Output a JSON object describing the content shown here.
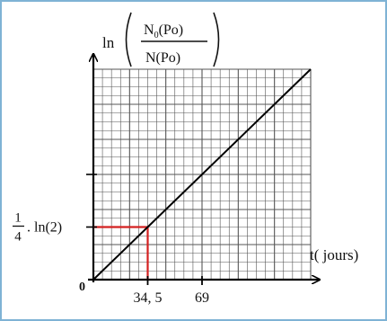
{
  "chart_data": {
    "type": "line",
    "title": "",
    "ylabel": {
      "prefix": "ln",
      "numerator": "N",
      "numerator_sub": "0",
      "numerator_suffix": "(Po)",
      "denominator": "N(Po)"
    },
    "xlabel": "t( jours)",
    "origin_label": "0",
    "xticks": [
      {
        "value": 34.5,
        "label": "34, 5"
      },
      {
        "value": 69,
        "label": "69"
      }
    ],
    "yticks": [
      {
        "value": 0.25,
        "label_num": "1",
        "label_den": "4",
        "label_rest": ". ln(2)"
      },
      {
        "value": 0.5,
        "label": ""
      }
    ],
    "series": [
      {
        "points": [
          [
            0,
            0
          ],
          [
            34.5,
            0.25
          ],
          [
            138,
            1.0
          ]
        ]
      }
    ],
    "xlim": [
      0,
      138
    ],
    "ylim": [
      0,
      1.0
    ],
    "grid": true,
    "line_color": "#000000",
    "guide_color": "#d42020",
    "grid_color": "#555555"
  }
}
